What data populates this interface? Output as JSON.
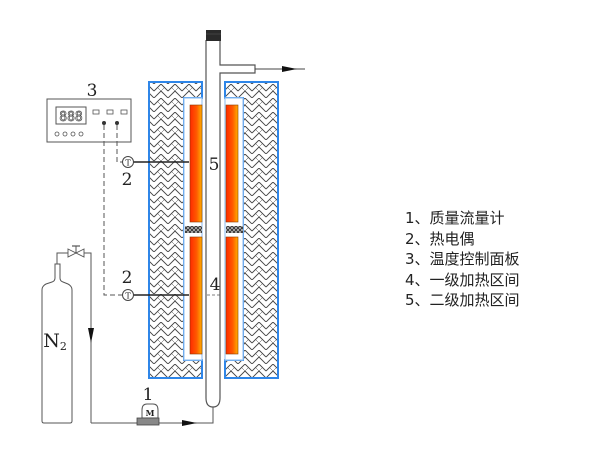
{
  "diagram": {
    "title": "Nitrogen-purged two-stage tube furnace setup",
    "colors": {
      "furnace_border": "#2f86e8",
      "inner_cavity": "#9cc6f2",
      "heater_outer": "#ff3a00",
      "heater_inner": "#ff9a00",
      "line": "#555555",
      "text": "#222222"
    },
    "labels": {
      "panel": "3",
      "thermocouple_upper": "2",
      "thermocouple_lower": "2",
      "zone_upper": "5",
      "zone_lower": "4",
      "flow_meter": "1",
      "flow_meter_symbol": "M",
      "thermocouple_symbol": "T",
      "gas_cylinder": "N",
      "gas_cylinder_subscript": "2",
      "panel_display": "888"
    }
  },
  "legend": {
    "items": [
      "1、质量流量计",
      "2、热电偶",
      "3、温度控制面板",
      "4、一级加热区间",
      "5、二级加热区间"
    ]
  }
}
